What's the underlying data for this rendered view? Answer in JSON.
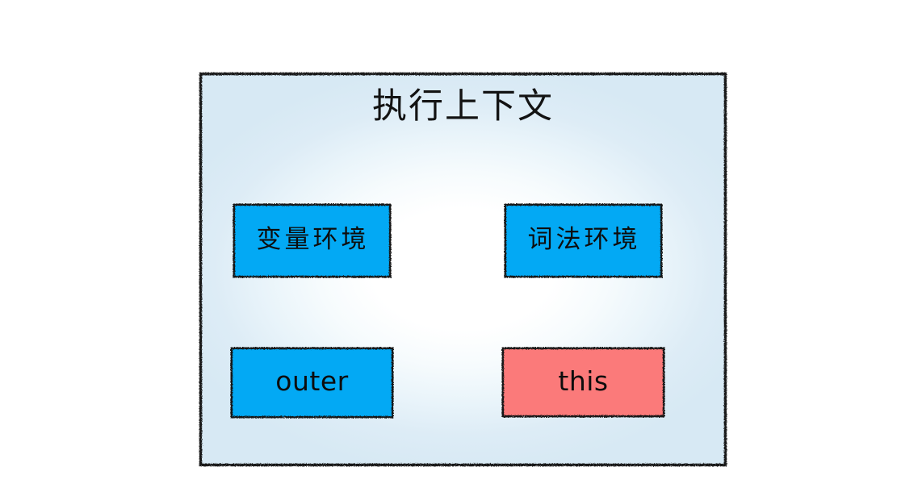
{
  "diagram": {
    "title": "执行上下文",
    "container": {
      "name": "execution-context-box",
      "border_color": "#1a1a1a",
      "fill_center": "#ffffff",
      "fill_edge": "#d7e9f4"
    },
    "palette": {
      "blue": "#03a9f4",
      "red": "#fb7a7a",
      "ink": "#0d0d0d",
      "canvas": "#ffffff"
    },
    "nodes": [
      {
        "id": "variable-environment",
        "label": "变量环境",
        "script": "cjk",
        "color": "#03a9f4",
        "row": 1,
        "column": 1
      },
      {
        "id": "lexical-environment",
        "label": "词法环境",
        "script": "cjk",
        "color": "#03a9f4",
        "row": 1,
        "column": 2
      },
      {
        "id": "outer",
        "label": "outer",
        "script": "latin",
        "color": "#03a9f4",
        "row": 2,
        "column": 1
      },
      {
        "id": "this",
        "label": "this",
        "script": "latin",
        "color": "#fb7a7a",
        "row": 2,
        "column": 2
      }
    ]
  }
}
